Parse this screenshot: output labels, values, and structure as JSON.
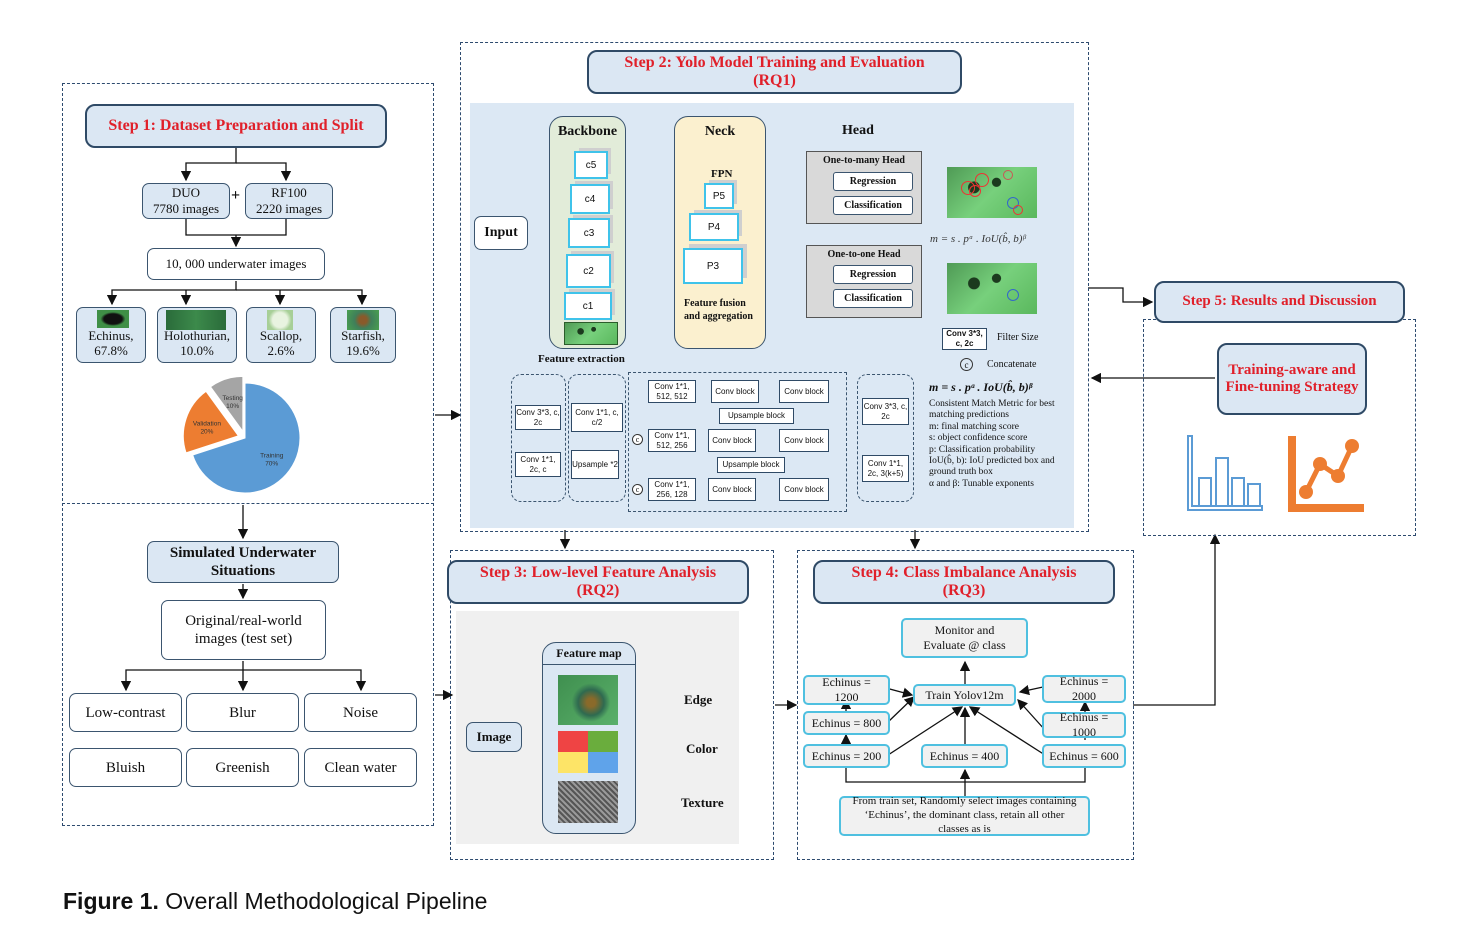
{
  "figure": {
    "caption_label": "Figure 1.",
    "caption_text": "Overall Methodological Pipeline"
  },
  "step1": {
    "title": "Step 1: Dataset Preparation and Split",
    "sources": [
      {
        "name": "DUO",
        "count": "7780 images"
      },
      {
        "name": "RF100",
        "count": "2220 images"
      }
    ],
    "plus": "+",
    "total": "10, 000 underwater images",
    "classes": [
      {
        "name": "Echinus,",
        "pct": "67.8%"
      },
      {
        "name": "Holothurian,",
        "pct": "10.0%"
      },
      {
        "name": "Scallop,",
        "pct": "2.6%"
      },
      {
        "name": "Starfish,",
        "pct": "19.6%"
      }
    ],
    "split_chart": {
      "type": "pie",
      "slices": [
        {
          "label": "Training",
          "value": 70,
          "pct_label": "70%",
          "color": "#5b9bd5"
        },
        {
          "label": "Validation",
          "value": 20,
          "pct_label": "20%",
          "color": "#ed7d31"
        },
        {
          "label": "Testing",
          "value": 10,
          "pct_label": "10%",
          "color": "#a5a5a5"
        }
      ]
    },
    "simulated": {
      "title": "Simulated Underwater Situations",
      "source": "Original/real-world images (test set)",
      "conditions": [
        "Low-contrast",
        "Blur",
        "Noise",
        "Bluish",
        "Greenish",
        "Clean water"
      ]
    }
  },
  "step2": {
    "title_line1": "Step 2: Yolo Model Training and Evaluation",
    "title_line2": "(RQ1)",
    "input": "Input",
    "backbone": {
      "title": "Backbone",
      "layers": [
        "c5",
        "c4",
        "c3",
        "c2",
        "c1"
      ],
      "caption": "Feature extraction"
    },
    "neck": {
      "title": "Neck",
      "fpn": "FPN",
      "layers": [
        "P5",
        "P4",
        "P3"
      ],
      "caption_line1": "Feature fusion",
      "caption_line2": "and aggregation"
    },
    "head": {
      "title": "Head",
      "one_to_many": "One-to-many Head",
      "one_to_one": "One-to-one Head",
      "regression": "Regression",
      "classification": "Classification",
      "metric_small": "m = s . pᵅ . IoU(b̂, b)ᵝ"
    },
    "blocks": {
      "conv_a1": "Conv 3*3, c, 2c",
      "conv_a2": "Conv 1*1, 2c, c",
      "conv_b1": "Conv 1*1, c, c/2",
      "up_b2": "Upsample *2",
      "neck_row1": "Conv 1*1, 512, 512",
      "neck_row2": "Conv 1*1, 512, 256",
      "neck_row3": "Conv 1*1, 256, 128",
      "conv_block": "Conv block",
      "upsample_block": "Upsample block",
      "concat_symbol": "c",
      "head_conv1": "Conv 3*3, c, 2c",
      "head_conv2": "Conv 1*1, 2c, 3(k+5)"
    },
    "legend": {
      "conv_sample": "Conv 3*3, c, 2c",
      "filter_size": "Filter Size",
      "concat_symbol": "c",
      "concatenate": "Concatenate",
      "metric": "m = s . pᵅ . IoU(b̂, b)ᵝ",
      "desc": [
        "Consistent Match Metric  for best matching predictions",
        "m: final matching score",
        "s: object confidence score",
        "p: Classification probability",
        "IoU(b̂, b): IoU predicted box and ground truth box",
        "α and β: Tunable exponents"
      ]
    }
  },
  "step3": {
    "title_line1": "Step 3: Low-level Feature Analysis",
    "title_line2": "(RQ2)",
    "image": "Image",
    "feature_map": "Feature map",
    "outputs": [
      "Edge",
      "Color",
      "Texture"
    ],
    "color_swatches": [
      "#ef4444",
      "#6aad3d",
      "#fde467",
      "#5fa3ea"
    ]
  },
  "step4": {
    "title_line1": "Step 4: Class Imbalance Analysis",
    "title_line2": "(RQ3)",
    "monitor": "Monitor and Evaluate @ class",
    "train": "Train Yolov12m",
    "echinus": {
      "e1200": "Echinus = 1200",
      "e800": "Echinus = 800",
      "e200": "Echinus = 200",
      "e400": "Echinus = 400",
      "e600": "Echinus = 600",
      "e1000": "Echinus = 1000",
      "e2000": "Echinus = 2000"
    },
    "source": "From train set, Randomly select images containing ‘Echinus’, the dominant class, retain all other classes as is"
  },
  "step5": {
    "title": "Step 5: Results and Discussion",
    "strategy": "Training-aware and Fine-tuning Strategy",
    "icons": [
      "bar-chart-icon",
      "line-chart-icon"
    ],
    "colors": {
      "bar": "#5b9bd5",
      "line": "#ed7d31"
    }
  }
}
